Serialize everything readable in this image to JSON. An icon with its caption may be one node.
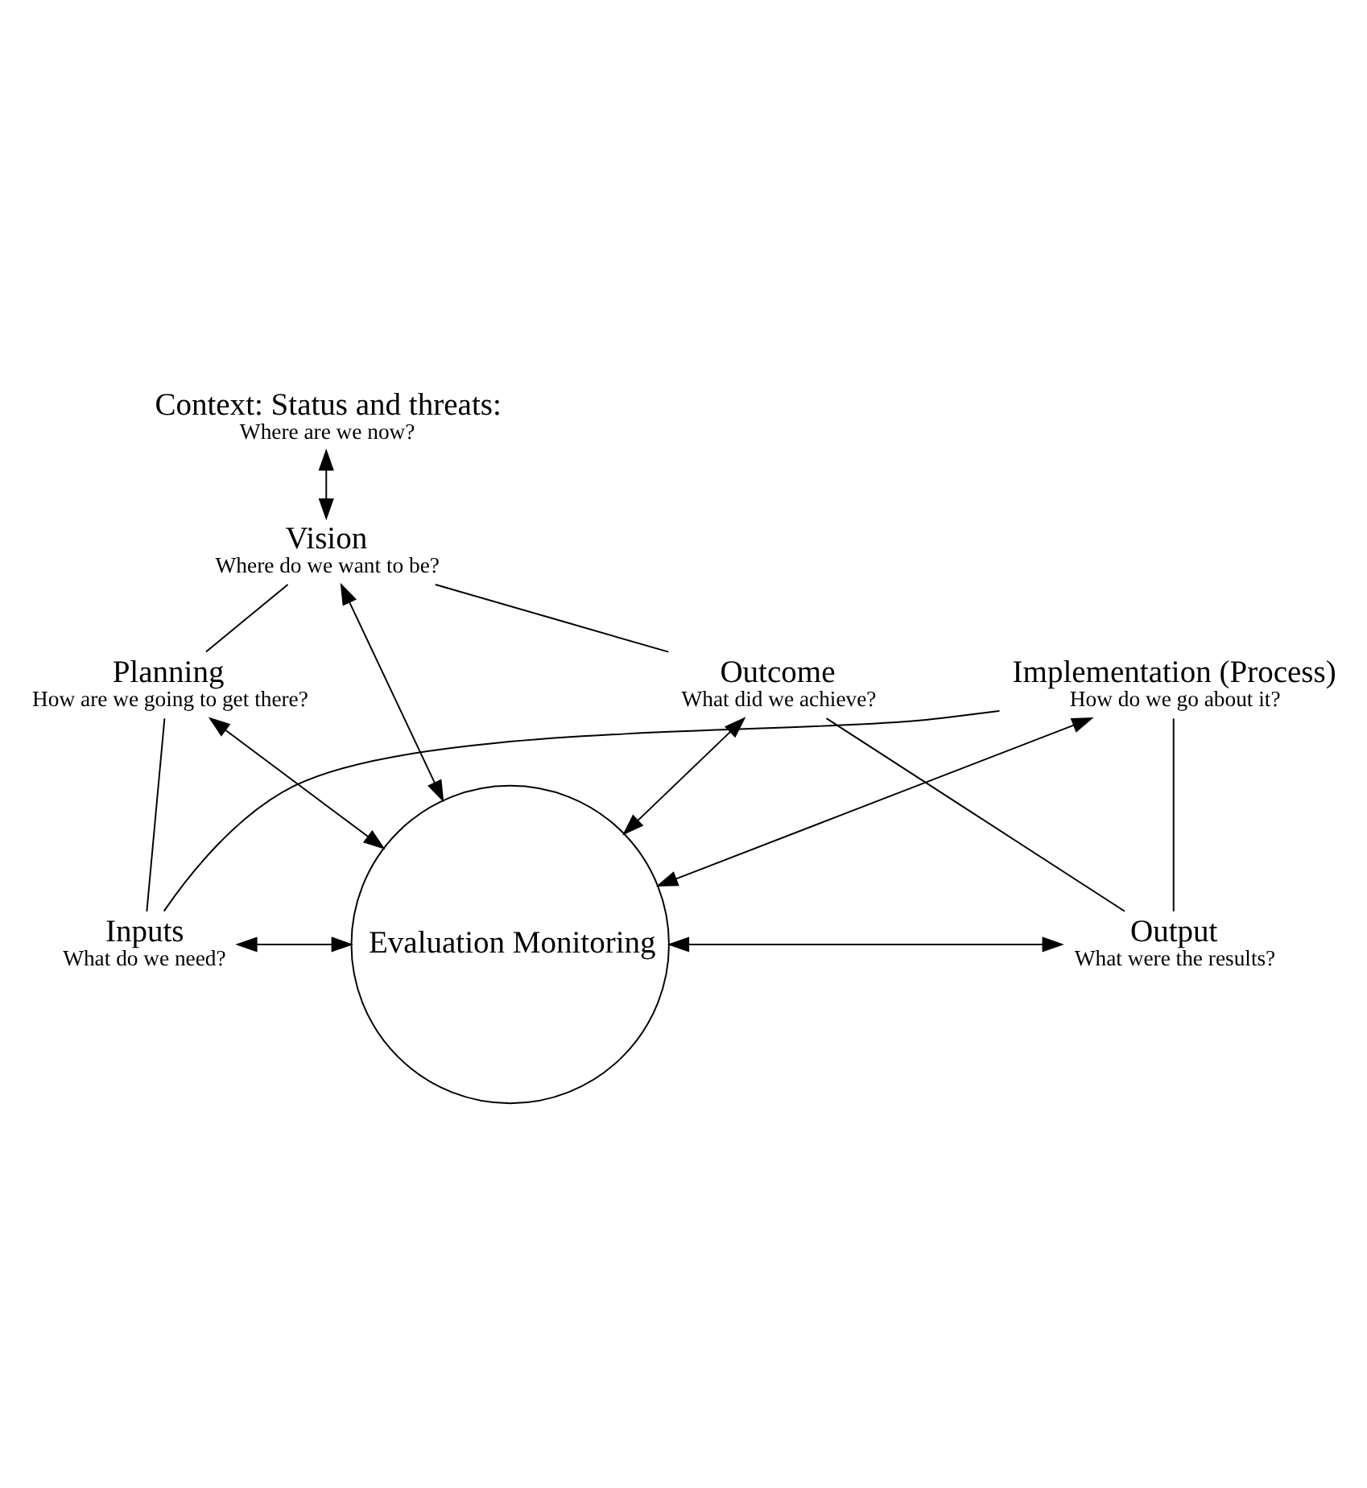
{
  "diagram": {
    "nodes": [
      {
        "text": [
          "Context: Status and threats:",
          "Where are we now?"
        ]
      },
      {
        "text": [
          "Vision",
          "Where do we want to be?"
        ]
      },
      {
        "text": [
          "Planning",
          "How are we going to get there?"
        ]
      },
      {
        "text": [
          "Inputs",
          "What do we need?"
        ]
      },
      {
        "text": [
          "Implementation (Process)",
          "How do we go about it?"
        ]
      },
      {
        "text": [
          "Output",
          "What were the results?"
        ]
      },
      {
        "text": [
          "Outcome",
          "What did we achieve?"
        ]
      },
      {
        "text": [
          "Evaluation Monitoring"
        ]
      }
    ],
    "edges": [
      {
        "from": 0,
        "to": 1,
        "arrow": "both"
      },
      {
        "from": 1,
        "to": 7,
        "arrow": "both"
      },
      {
        "from": 7,
        "to": 2,
        "arrow": "both"
      },
      {
        "from": 7,
        "to": 3,
        "arrow": "both"
      },
      {
        "from": 7,
        "to": 4,
        "arrow": "both"
      },
      {
        "from": 7,
        "to": 5,
        "arrow": "both"
      },
      {
        "from": 7,
        "to": 6,
        "arrow": "both"
      },
      {
        "from": 1,
        "to": 2,
        "arrow": "none"
      },
      {
        "from": 2,
        "to": 3,
        "arrow": "none"
      },
      {
        "from": 3,
        "to": 4,
        "arrow": "none"
      },
      {
        "from": 4,
        "to": 5,
        "arrow": "none"
      },
      {
        "from": 5,
        "to": 6,
        "arrow": "none"
      },
      {
        "from": 6,
        "to": 1,
        "arrow": "none"
      }
    ]
  }
}
